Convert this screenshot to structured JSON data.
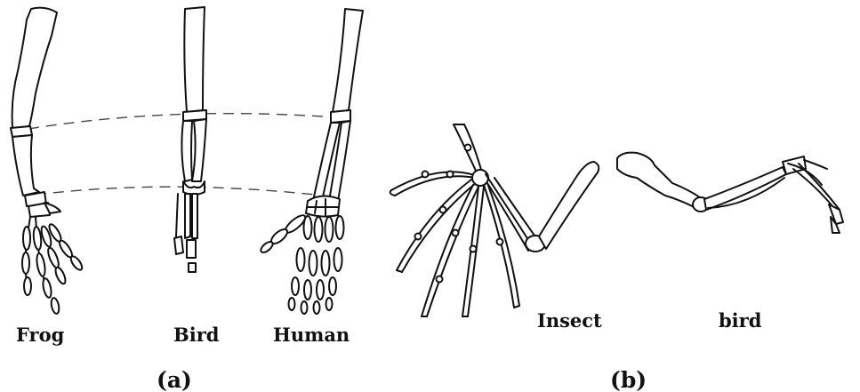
{
  "panels": {
    "a": {
      "caption": "(a)",
      "labels": {
        "frog": "Frog",
        "bird": "Bird",
        "human": "Human"
      }
    },
    "b": {
      "caption": "(b)",
      "labels": {
        "insect": "Insect",
        "bird": "bird"
      }
    }
  }
}
